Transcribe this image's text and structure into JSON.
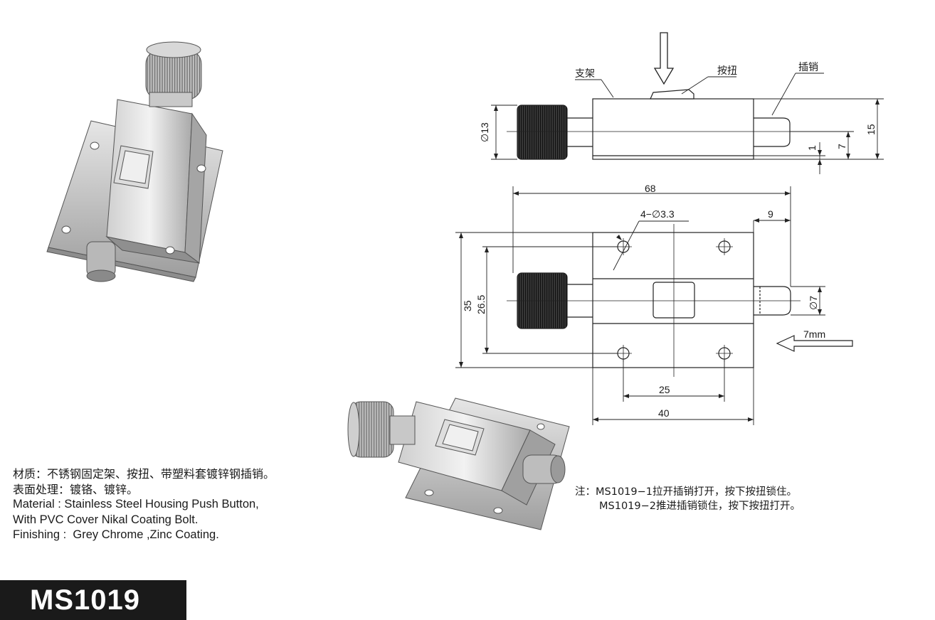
{
  "labels": {
    "bracket": "支架",
    "button": "按扭",
    "bolt": "插销"
  },
  "dims": {
    "d13": "∅13",
    "h15": "15",
    "h7": "7",
    "h1": "1",
    "w68": "68",
    "holes": "4−∅3.3",
    "w9": "9",
    "h35": "35",
    "h26": "26.5",
    "d7": "∅7",
    "travel": "7mm",
    "w25": "25",
    "w40": "40"
  },
  "material": {
    "cn1": "材质：不锈钢固定架、按扭、带塑料套镀锌钢插销。",
    "cn2": "表面处理：镀铬、镀锌。",
    "en1": "Material : Stainless Steel Housing Push Button,",
    "en2": "With PVC Cover Nikal Coating Bolt.",
    "en3": "Finishing :  Grey Chrome ,Zinc Coating."
  },
  "remark": {
    "line1": "注：MS1019−1拉开插销打开，按下按扭锁住。",
    "line2": "MS1019−2推进插销锁住，按下按扭打开。"
  },
  "model": "MS1019"
}
